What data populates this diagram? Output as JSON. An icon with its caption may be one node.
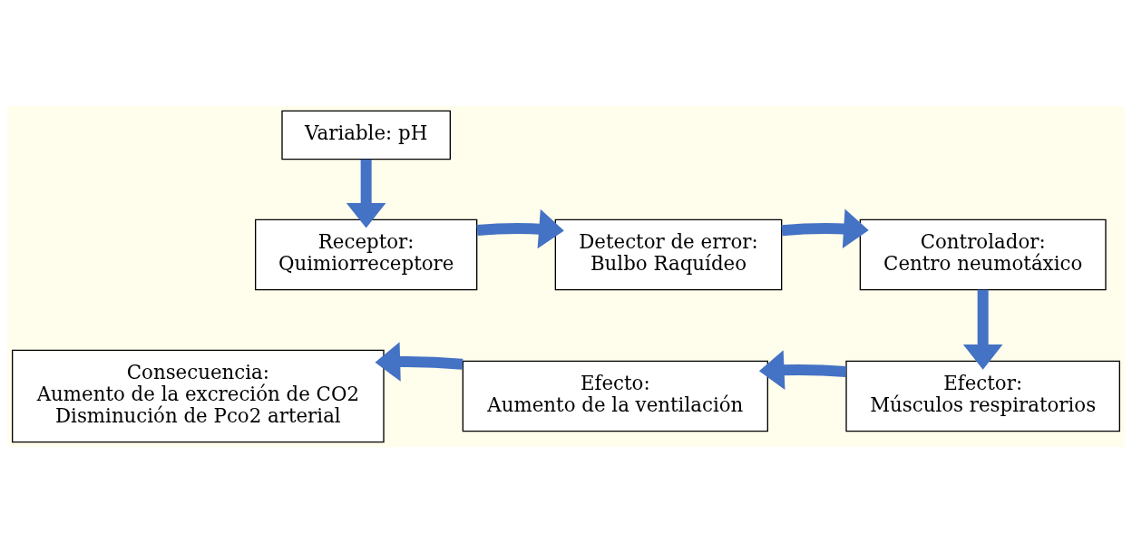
{
  "diagram": {
    "nodes": [
      {
        "text": [
          "Variable: pH"
        ]
      },
      {
        "text": [
          "Receptor:",
          "Quimiorreceptore"
        ]
      },
      {
        "text": [
          "Detector de error:",
          "Bulbo Raquídeo"
        ]
      },
      {
        "text": [
          "Controlador:",
          "Centro neumotáxico"
        ]
      },
      {
        "text": [
          "Efector:",
          "Músculos respiratorios"
        ]
      },
      {
        "text": [
          "Efecto:",
          "Aumento de la ventilación"
        ]
      },
      {
        "text": [
          "Consecuencia:",
          "Aumento de la excreción de CO2",
          "Disminución de Pco2 arterial"
        ]
      }
    ],
    "edges": [
      {
        "from": 0,
        "to": 1,
        "arrow": "to"
      },
      {
        "from": 1,
        "to": 2,
        "arrow": "to"
      },
      {
        "from": 2,
        "to": 3,
        "arrow": "to"
      },
      {
        "from": 3,
        "to": 4,
        "arrow": "to"
      },
      {
        "from": 4,
        "to": 5,
        "arrow": "to"
      },
      {
        "from": 5,
        "to": 6,
        "arrow": "to"
      }
    ]
  }
}
